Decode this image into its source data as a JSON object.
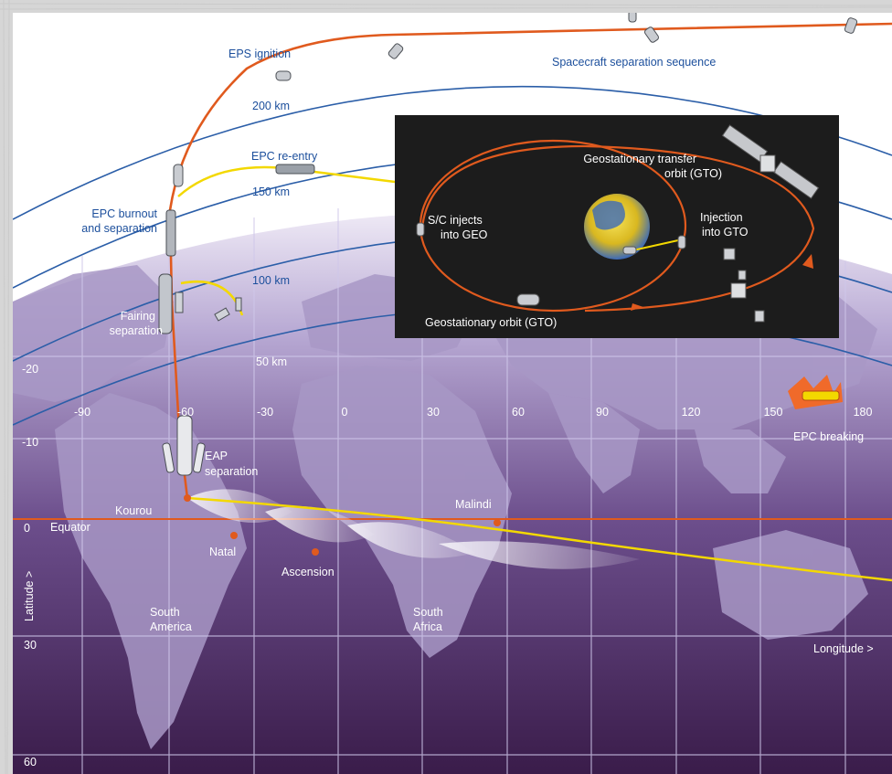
{
  "colors": {
    "frame": "#d7d7d7",
    "sky": "#ffffff",
    "map_top": "#cdc3e4",
    "map_bottom": "#3d1e4c",
    "land": "#9c8ab8",
    "grid": "#c8c0e0",
    "orbit_line": "#2b5ea8",
    "launch_path": "#e05a1e",
    "yellow_path": "#f3d800",
    "label_blue": "#1c4f9c",
    "white_label": "#ffffff",
    "inset_bg": "#1b1b1b",
    "inset_orbit": "#e05a1e",
    "site_dot": "#e05a1e"
  },
  "ascent": {
    "eps_ignition": "EPS ignition",
    "epc_reentry": "EPC re-entry",
    "epc_burnout_line1": "EPC burnout",
    "epc_burnout_line2": "and separation",
    "fairing_line1": "Fairing",
    "fairing_line2": "separation",
    "eap_line1": "EAP",
    "eap_line2": "separation",
    "spacecraft_sep": "Spacecraft separation sequence",
    "epc_breaking": "EPC breaking"
  },
  "altitudes": {
    "a200": "200 km",
    "a150": "150 km",
    "a100": "100 km",
    "a50": "50 km"
  },
  "inset": {
    "gto_line1": "Geostationary transfer",
    "gto_line2": "orbit (GTO)",
    "sc_line1": "S/C injects",
    "sc_line2": "into GEO",
    "inj_line1": "Injection",
    "inj_line2": "into GTO",
    "geo_label": "Geostationary orbit (GTO)"
  },
  "map": {
    "longitudes": [
      "-90",
      "-60",
      "-30",
      "0",
      "30",
      "60",
      "90",
      "120",
      "150",
      "180"
    ],
    "latitudes": [
      "-20",
      "-10",
      "0",
      "30",
      "60"
    ],
    "latitude_axis": "Latitude >",
    "longitude_axis": "Longitude >",
    "equator": "Equator",
    "kourou": "Kourou",
    "natal": "Natal",
    "ascension": "Ascension",
    "malindi": "Malindi",
    "south_america_line1": "South",
    "south_america_line2": "America",
    "south_africa_line1": "South",
    "south_africa_line2": "Africa"
  }
}
